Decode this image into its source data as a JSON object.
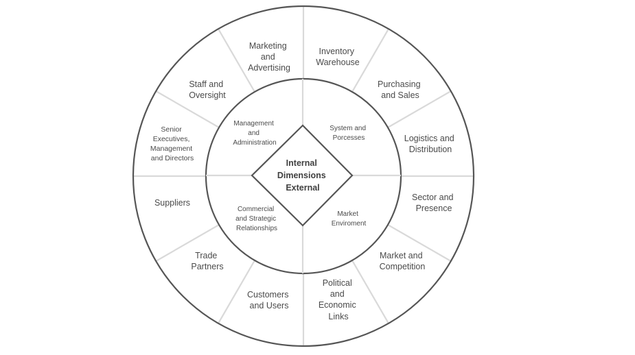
{
  "diagram": {
    "center": [
      "Internal",
      "Dimensions",
      "External"
    ],
    "inner": [
      [
        "Management",
        "and",
        "Administration"
      ],
      [
        "System and",
        "Porcesses"
      ],
      [
        "Market",
        "Enviroment"
      ],
      [
        "Commercial",
        "and Strategic",
        "Relationships"
      ]
    ],
    "outer": [
      [
        "Marketing",
        "and",
        "Advertising"
      ],
      [
        "Inventory",
        "Warehouse"
      ],
      [
        "Purchasing",
        "and Sales"
      ],
      [
        "Logistics and",
        "Distribution"
      ],
      [
        "Sector and",
        "Presence"
      ],
      [
        "Market and",
        "Competition"
      ],
      [
        "Political",
        "and",
        "Economic",
        "Links"
      ],
      [
        "Customers",
        "and Users"
      ],
      [
        "Trade",
        "Partners"
      ],
      [
        "Suppliers"
      ],
      [
        "Senior",
        "Executives,",
        "Management",
        "and Directors"
      ],
      [
        "Staff and",
        "Oversight"
      ]
    ]
  }
}
